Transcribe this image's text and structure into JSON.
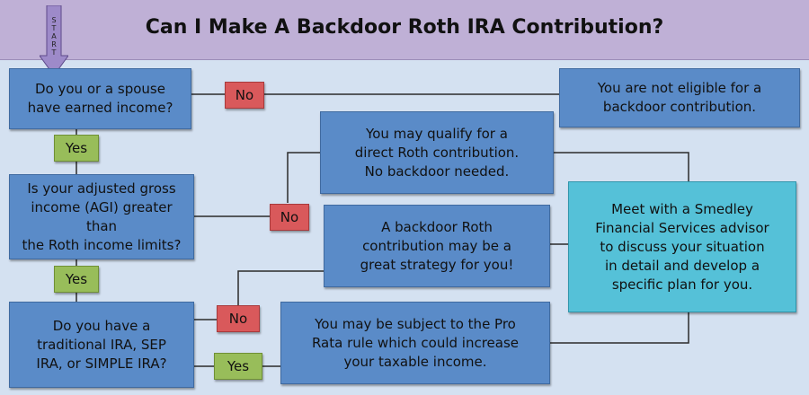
{
  "title": "Can I Make A Backdoor Roth IRA Contribution?",
  "start_label": "START",
  "questions": {
    "q1": [
      "Do you or a spouse",
      "have earned income?"
    ],
    "q2": [
      "Is your adjusted gross",
      "income (AGI) greater than",
      "the Roth income limits?"
    ],
    "q3": [
      "Do you have a",
      "traditional IRA, SEP",
      "IRA, or SIMPLE IRA?"
    ]
  },
  "outcomes": {
    "not_eligible": [
      "You are not eligible for a",
      "backdoor contribution."
    ],
    "direct_roth": [
      "You may qualify for a",
      "direct Roth contribution.",
      "No backdoor needed."
    ],
    "backdoor_great": [
      "A backdoor Roth",
      "contribution may be a",
      "great strategy for you!"
    ],
    "pro_rata": [
      "You may be subject to the Pro",
      "Rata rule which could increase",
      "your taxable income."
    ],
    "meet_advisor": [
      "Meet with a Smedley",
      "Financial Services advisor",
      "to discuss your situation",
      "in detail and develop a",
      "specific plan for you."
    ]
  },
  "labels": {
    "no": "No",
    "yes": "Yes"
  },
  "colors": {
    "background": "#d4e1f1",
    "title_bar": "#bfb0d6",
    "box": "#5a8bc8",
    "advisor_box": "#55c1d8",
    "no_tag": "#d9595b",
    "yes_tag": "#98bd5a",
    "connector": "#2b2b2b"
  }
}
